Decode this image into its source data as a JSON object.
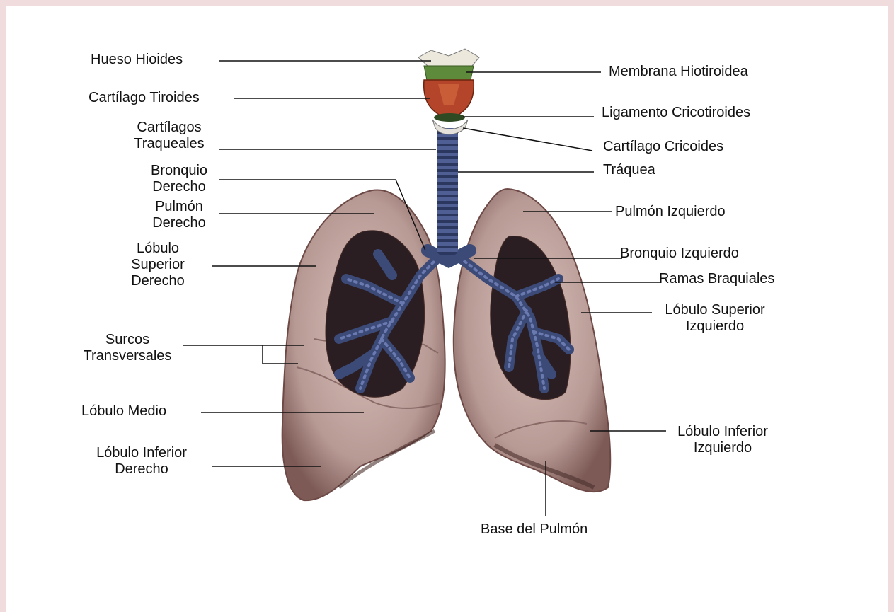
{
  "colors": {
    "page_border": "#f0dcdc",
    "lung_tissue": "#b89a95",
    "lung_shadow": "#6e4a47",
    "lung_cavity": "#2a1e22",
    "airway": "#3c4a78",
    "thyroid_cartilage": "#b5452a",
    "hyothyroid_membrane": "#5e8a3c",
    "leader_line": "#111111"
  },
  "labels": {
    "hueso_hioides": "Hueso Hioides",
    "cartilago_tiroides": "Cartílago Tiroides",
    "cartilagos_traqueales": "Cartílagos\nTraqueales",
    "bronquio_derecho": "Bronquio\nDerecho",
    "pulmon_derecho": "Pulmón\nDerecho",
    "lobulo_superior_derecho": "Lóbulo\nSuperior\nDerecho",
    "surcos_transversales": "Surcos\nTransversales",
    "lobulo_medio": "Lóbulo Medio",
    "lobulo_inferior_derecho": "Lóbulo Inferior\nDerecho",
    "membrana_hiotiroidea": "Membrana Hiotiroidea",
    "ligamento_cricotiroides": "Ligamento Cricotiroides",
    "cartilago_cricoides": "Cartílago Cricoides",
    "traquea": "Tráquea",
    "pulmon_izquierdo": "Pulmón Izquierdo",
    "bronquio_izquierdo": "Bronquio Izquierdo",
    "ramas_braquiales": "Ramas Braquiales",
    "lobulo_superior_izquierdo": "Lóbulo Superior\nIzquierdo",
    "lobulo_inferior_izquierdo": "Lóbulo Inferior\nIzquierdo",
    "base_del_pulmon": "Base del Pulmón"
  }
}
